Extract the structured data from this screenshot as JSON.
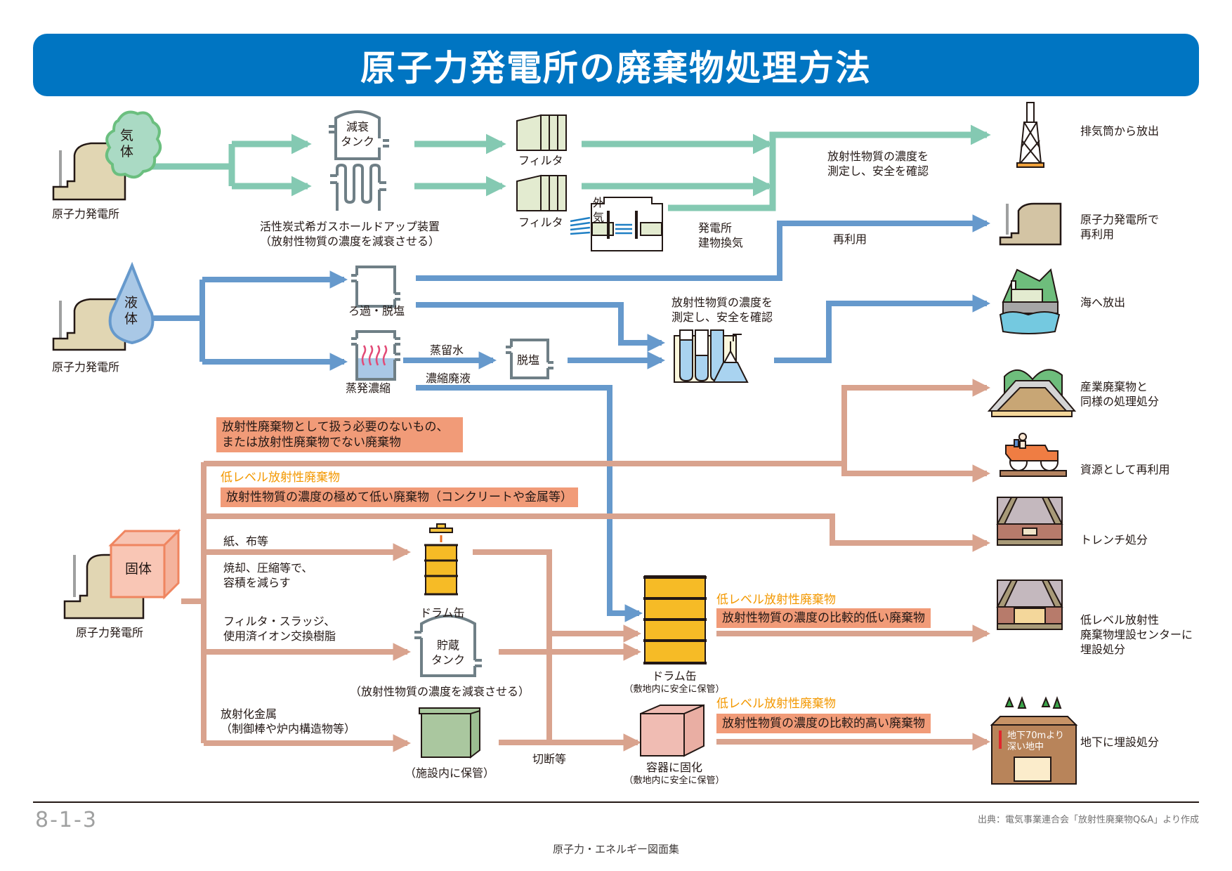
{
  "title": "原子力発電所の廃棄物処理方法",
  "colors": {
    "title_bg": "#0075c2",
    "gas_flow": "#84c9b2",
    "liquid_flow": "#6699cc",
    "solid_flow": "#d9a38e",
    "label_box": "#f19b78",
    "low_level_label": "#f39800"
  },
  "gas": {
    "source_label": "原子力発電所",
    "state": "気体",
    "decay_tank": "減衰\nタンク",
    "holdup_label": "活性炭式希ガスホールドアップ装置\n（放射性物質の濃度を減衰させる）",
    "filter1": "フィルタ",
    "filter2": "フィルタ",
    "outside_air": "外\n気",
    "ventilation": "発電所\n建物換気",
    "measure": "放射性物質の濃度を\n測定し、安全を確認"
  },
  "liquid": {
    "source_label": "原子力発電所",
    "state": "液体",
    "filtration": "ろ過・脱塩",
    "evaporation": "蒸発濃縮",
    "distilled": "蒸留水",
    "desalination": "脱塩",
    "concentrated": "濃縮廃液",
    "measure": "放射性物質の濃度を\n測定し、安全を確認",
    "reuse": "再利用"
  },
  "solid": {
    "source_label": "原子力発電所",
    "state": "固体",
    "non_radioactive": "放射性廃棄物として扱う必要のないもの、\nまたは放射性廃棄物でない廃棄物",
    "very_low_title": "低レベル放射性廃棄物",
    "very_low_desc": "放射性物質の濃度の極めて低い廃棄物（コンクリートや金属等）",
    "paper_cloth": "紙、布等",
    "incinerate": "焼却、圧縮等で、\n容積を減らす",
    "drum_small": "ドラム缶",
    "filter_sludge": "フィルタ・スラッジ、\n使用済イオン交換樹脂",
    "storage_tank": "貯蔵\nタンク",
    "storage_note": "（放射性物質の濃度を減衰させる）",
    "activated_metal": "放射化金属\n（制御棒や炉内構造物等）",
    "facility_storage": "（施設内に保管）",
    "cutting": "切断等",
    "drum_large": "ドラム缶",
    "drum_large_note": "（敷地内に安全に保管）",
    "solidify": "容器に固化",
    "solidify_note": "（敷地内に安全に保管）",
    "low_title_1": "低レベル放射性廃棄物",
    "low_desc_1": "放射性物質の濃度の比較的低い廃棄物",
    "low_title_2": "低レベル放射性廃棄物",
    "low_desc_2": "放射性物質の濃度の比較的高い廃棄物"
  },
  "destinations": [
    {
      "label": "排気筒から放出"
    },
    {
      "label": "原子力発電所で\n再利用"
    },
    {
      "label": "海へ放出"
    },
    {
      "label": "産業廃棄物と\n同様の処理処分"
    },
    {
      "label": "資源として再利用"
    },
    {
      "label": "トレンチ処分"
    },
    {
      "label": "低レベル放射性\n廃棄物埋設センターに\n埋設処分"
    },
    {
      "label": "地下に埋設処分"
    }
  ],
  "deep_label": "地下70mより\n深い地中",
  "footer": {
    "page_number": "8-1-3",
    "source": "出典：電気事業連合会「放射性廃棄物Q&A」より作成",
    "collection": "原子力・エネルギー図面集"
  }
}
